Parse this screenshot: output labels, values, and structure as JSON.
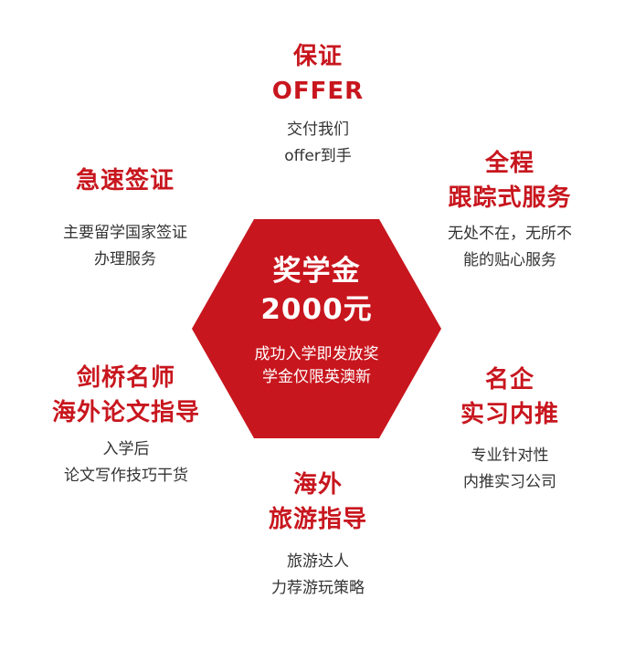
{
  "colors": {
    "accent": "#c8161e",
    "text": "#333333",
    "background": "#ffffff"
  },
  "center": {
    "title_line1": "奖学金",
    "title_line2": "2000元",
    "desc_line1": "成功入学即发放奖",
    "desc_line2": "学金仅限英澳新"
  },
  "features": {
    "offer": {
      "title_line1": "保证",
      "title_line2": "OFFER",
      "desc_line1": "交付我们",
      "desc_line2": "offer到手"
    },
    "visa": {
      "title_line1": "急速签证",
      "desc_line1": "主要留学国家签证",
      "desc_line2": "办理服务"
    },
    "fullservice": {
      "title_line1": "全程",
      "title_line2": "跟踪式服务",
      "desc_line1": "无处不在，无所不",
      "desc_line2": "能的贴心服务"
    },
    "thesis": {
      "title_line1": "剑桥名师",
      "title_line2": "海外论文指导",
      "desc_line1": "入学后",
      "desc_line2": "论文写作技巧干货"
    },
    "internship": {
      "title_line1": "名企",
      "title_line2": "实习内推",
      "desc_line1": "专业针对性",
      "desc_line2": "内推实习公司"
    },
    "travel": {
      "title_line1": "海外",
      "title_line2": "旅游指导",
      "desc_line1": "旅游达人",
      "desc_line2": "力荐游玩策略"
    }
  }
}
